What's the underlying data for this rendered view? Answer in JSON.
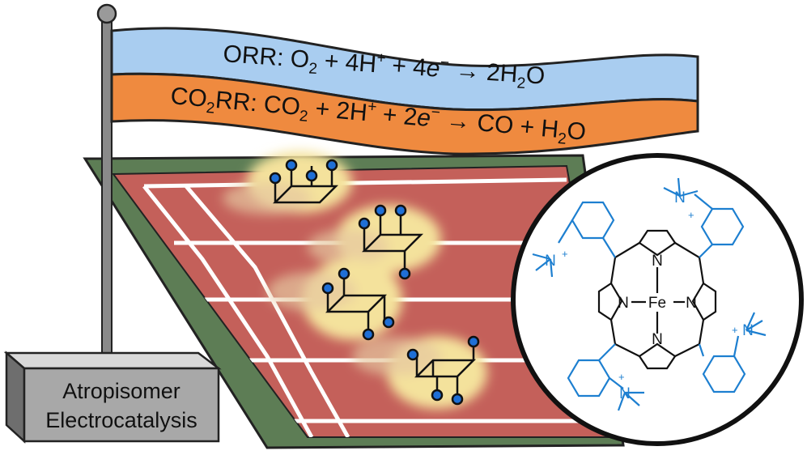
{
  "flag": {
    "orr_label": "ORR:",
    "orr_eq": [
      "O",
      "2",
      " + 4H",
      "+",
      " + 4",
      "e",
      "−",
      "  →  2H",
      "2",
      "O"
    ],
    "co2rr_label": "CO",
    "co2rr_label2": "2",
    "co2rr_label3": "RR:",
    "co2rr_eq": [
      "CO",
      "2",
      " + 2H",
      "+",
      " + 2",
      "e",
      "−",
      "  →  CO + H",
      "2",
      "O"
    ]
  },
  "box": {
    "line1": "Atropisomer",
    "line2": "Electrocatalysis"
  },
  "molecule": {
    "fe": "Fe",
    "n": "N",
    "n_plus": "N",
    "plus": "+"
  },
  "colors": {
    "sky": "#a9cdf0",
    "orange": "#ef8a3f",
    "track": "#c4605a",
    "grass": "#5d7d55",
    "porphyrin_blue": "#1d7fd0",
    "dot_blue": "#1f6fd6",
    "glow": "#f5e39a"
  }
}
